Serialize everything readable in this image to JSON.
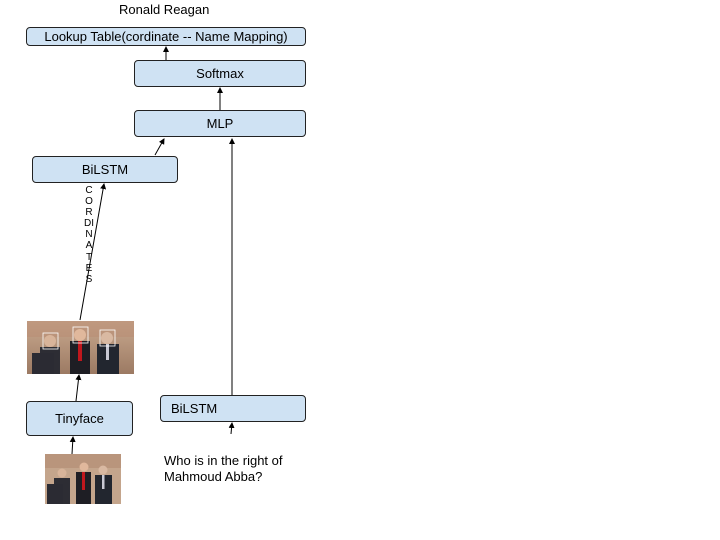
{
  "output_label": "Ronald Reagan",
  "boxes": {
    "lookup": "Lookup Table(cordinate -- Name Mapping)",
    "softmax": "Softmax",
    "mlp": "MLP",
    "bilstm_left": "BiLSTM",
    "bilstm_right": "BiLSTM",
    "tinyface": "Tinyface"
  },
  "vertical_label": "CORDINATES",
  "question": "Who is in the right of Mahmoud Abba?",
  "colors": {
    "box_fill": "#cfe2f3",
    "box_border": "#222222"
  }
}
